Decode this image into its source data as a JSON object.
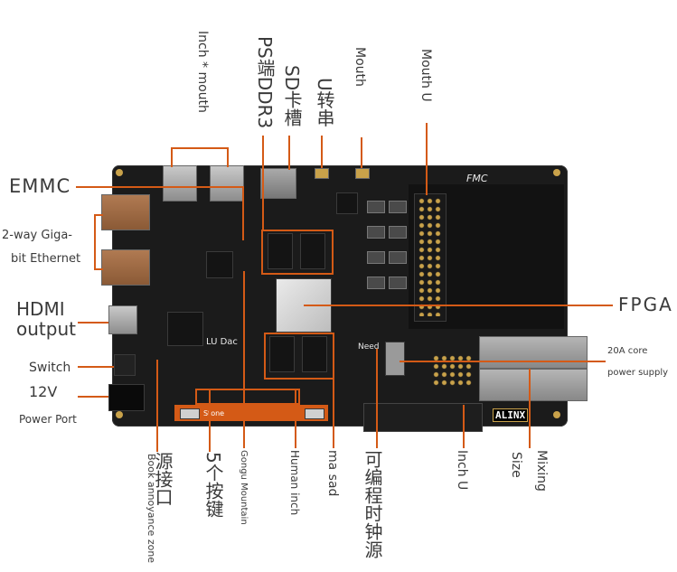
{
  "labels": {
    "emmc": "EMMC",
    "ethernet_line1": "2-way Giga-",
    "ethernet_line2": "bit Ethernet",
    "hdmi_line1": "HDMI",
    "hdmi_line2": "output",
    "switch": "Switch",
    "v12": "12V",
    "power_port": "Power Port",
    "inch_mouth": "Inch * mouth",
    "ps_ddr3": "PS端DDR3",
    "sd_slot": "SD卡槽",
    "u_serial": "U转串",
    "mouth": "Mouth",
    "mouth_u": "Mouth U",
    "fpga": "FPGA",
    "power_20a_line1": "20A core",
    "power_20a_line2": "power supply",
    "book_annoyance": "Book annoyance zone",
    "source_port": "源接口",
    "five_keys": "5个按键",
    "gongu_mountain": "Gongu Mountain",
    "human_inch": "Human inch",
    "ma_sad": "ma sad",
    "programmable_clock": "可编程时钟源",
    "inch_u": "Inch U",
    "size": "Size",
    "mixing": "Mixing"
  },
  "silkscreen": {
    "fmc": "FMC",
    "alinx": "ALINX",
    "need": "Need",
    "lu_dac": "LU Dac",
    "stone": "Stone"
  },
  "colors": {
    "accent": "#d45a16",
    "board": "#1b1b1b",
    "label_text": "#3a3a3a"
  }
}
